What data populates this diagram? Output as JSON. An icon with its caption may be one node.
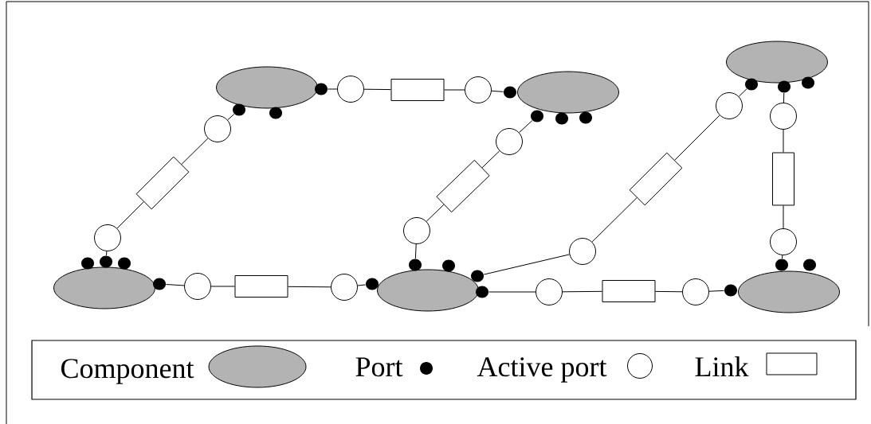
{
  "diagram": {
    "nodes": [
      {
        "text": [],
        "shape": "ellipse"
      },
      {
        "text": [],
        "shape": "ellipse"
      },
      {
        "text": [],
        "shape": "ellipse"
      },
      {
        "text": [],
        "shape": "ellipse"
      },
      {
        "text": [],
        "shape": "ellipse"
      },
      {
        "text": [],
        "shape": "ellipse"
      },
      {
        "text": [],
        "shape": "dot"
      },
      {
        "text": [],
        "shape": "dot"
      },
      {
        "text": [],
        "shape": "dot"
      },
      {
        "text": [],
        "shape": "dot"
      },
      {
        "text": [],
        "shape": "dot"
      },
      {
        "text": [],
        "shape": "dot"
      },
      {
        "text": [],
        "shape": "dot"
      },
      {
        "text": [],
        "shape": "dot"
      },
      {
        "text": [],
        "shape": "dot"
      },
      {
        "text": [],
        "shape": "dot"
      },
      {
        "text": [],
        "shape": "dot"
      },
      {
        "text": [],
        "shape": "dot"
      },
      {
        "text": [],
        "shape": "dot"
      },
      {
        "text": [],
        "shape": "dot"
      },
      {
        "text": [],
        "shape": "dot"
      },
      {
        "text": [],
        "shape": "dot"
      },
      {
        "text": [],
        "shape": "dot"
      },
      {
        "text": [],
        "shape": "dot"
      },
      {
        "text": [],
        "shape": "dot"
      },
      {
        "text": [],
        "shape": "dot"
      },
      {
        "text": [],
        "shape": "dot"
      },
      {
        "text": [],
        "shape": "dot"
      },
      {
        "text": [],
        "shape": "circle"
      },
      {
        "text": [],
        "shape": "circle"
      },
      {
        "text": [],
        "shape": "circle"
      },
      {
        "text": [],
        "shape": "circle"
      },
      {
        "text": [],
        "shape": "circle"
      },
      {
        "text": [],
        "shape": "circle"
      },
      {
        "text": [],
        "shape": "circle"
      },
      {
        "text": [],
        "shape": "circle"
      },
      {
        "text": [],
        "shape": "circle"
      },
      {
        "text": [],
        "shape": "circle"
      },
      {
        "text": [],
        "shape": "circle"
      },
      {
        "text": [],
        "shape": "circle"
      },
      {
        "text": [],
        "shape": "circle"
      },
      {
        "text": [],
        "shape": "circle"
      },
      {
        "text": [],
        "shape": "box"
      },
      {
        "text": [],
        "shape": "box"
      },
      {
        "text": [],
        "shape": "box"
      },
      {
        "text": [],
        "shape": "box"
      },
      {
        "text": [],
        "shape": "box"
      },
      {
        "text": [],
        "shape": "box"
      },
      {
        "text": [],
        "shape": "box"
      }
    ],
    "edges": [
      {
        "from": 6,
        "to": 28,
        "arrow": "none"
      },
      {
        "from": 28,
        "to": 42,
        "arrow": "none"
      },
      {
        "from": 42,
        "to": 29,
        "arrow": "none"
      },
      {
        "from": 29,
        "to": 9,
        "arrow": "none"
      },
      {
        "from": 7,
        "to": 30,
        "arrow": "none"
      },
      {
        "from": 30,
        "to": 43,
        "arrow": "none"
      },
      {
        "from": 43,
        "to": 31,
        "arrow": "none"
      },
      {
        "from": 31,
        "to": 17,
        "arrow": "none"
      },
      {
        "from": 19,
        "to": 32,
        "arrow": "none"
      },
      {
        "from": 32,
        "to": 47,
        "arrow": "none"
      },
      {
        "from": 47,
        "to": 33,
        "arrow": "none"
      },
      {
        "from": 33,
        "to": 20,
        "arrow": "none"
      },
      {
        "from": 21,
        "to": 34,
        "arrow": "none"
      },
      {
        "from": 34,
        "to": 44,
        "arrow": "none"
      },
      {
        "from": 44,
        "to": 35,
        "arrow": "none"
      },
      {
        "from": 35,
        "to": 10,
        "arrow": "none"
      },
      {
        "from": 23,
        "to": 36,
        "arrow": "none"
      },
      {
        "from": 36,
        "to": 45,
        "arrow": "none"
      },
      {
        "from": 45,
        "to": 37,
        "arrow": "none"
      },
      {
        "from": 37,
        "to": 13,
        "arrow": "none"
      },
      {
        "from": 14,
        "to": 38,
        "arrow": "none"
      },
      {
        "from": 38,
        "to": 46,
        "arrow": "none"
      },
      {
        "from": 46,
        "to": 39,
        "arrow": "none"
      },
      {
        "from": 39,
        "to": 26,
        "arrow": "none"
      },
      {
        "from": 24,
        "to": 40,
        "arrow": "none"
      },
      {
        "from": 40,
        "to": 48,
        "arrow": "none"
      },
      {
        "from": 48,
        "to": 41,
        "arrow": "none"
      },
      {
        "from": 41,
        "to": 25,
        "arrow": "none"
      }
    ],
    "legend": [
      {
        "text": "Component"
      },
      {
        "text": "Port"
      },
      {
        "text": "Active port"
      },
      {
        "text": "Link"
      }
    ]
  }
}
